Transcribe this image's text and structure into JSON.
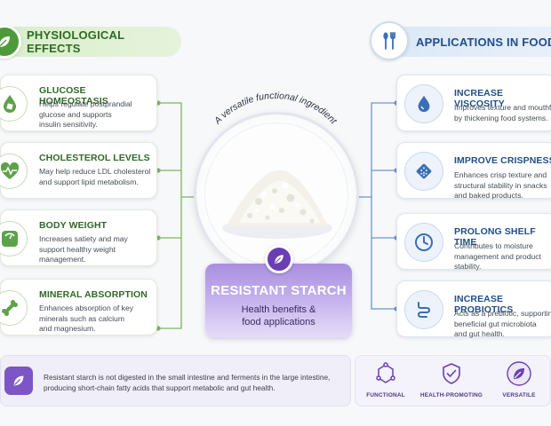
{
  "left_header": {
    "title": "PHYSIOLOGICAL EFFECTS",
    "icon": "leaf-icon"
  },
  "right_header": {
    "title": "APPLICATIONS IN FOOD",
    "icon": "spoon-fork-icon"
  },
  "left_cards": [
    {
      "title": "GLUCOSE HOMEOSTASIS",
      "lines": [
        "Helps regulate postprandial",
        "glucose and supports",
        "insulin sensitivity."
      ],
      "icon": "glucose-drop-icon"
    },
    {
      "title": "CHOLESTEROL LEVELS",
      "lines": [
        "May help reduce LDL cholesterol",
        "and support lipid metabolism."
      ],
      "icon": "heart-pulse-icon"
    },
    {
      "title": "BODY WEIGHT",
      "lines": [
        "Increases satiety and may",
        "support healthy weight",
        "management."
      ],
      "icon": "scale-icon"
    },
    {
      "title": "MINERAL ABSORPTION",
      "lines": [
        "Enhances absorption of key",
        "minerals such as calcium",
        "and magnesium."
      ],
      "icon": "bone-icon"
    }
  ],
  "right_cards": [
    {
      "title": "INCREASE VISCOSITY",
      "lines": [
        "Improves texture and mouthfeel",
        "by thickening food systems."
      ],
      "icon": "water-drop-icon"
    },
    {
      "title": "IMPROVE CRISPNESS",
      "lines": [
        "Enhances crisp texture and",
        "structural stability in snacks",
        "and baked products."
      ],
      "icon": "cracker-icon"
    },
    {
      "title": "PROLONG SHELF TIME",
      "lines": [
        "Contributes to moisture",
        "management and product",
        "stability."
      ],
      "icon": "clock-icon"
    },
    {
      "title": "INCREASE PROBIOTICS",
      "lines": [
        "Acts as a prebiotic, supporting",
        "beneficial gut microbiota",
        "and gut health."
      ],
      "icon": "intestine-icon"
    }
  ],
  "center": {
    "arc_text": "A versatile functional ingredient",
    "title": "RESISTANT STARCH",
    "subtitle_lines": [
      "Health benefits &",
      "food applications"
    ],
    "image": "starch-powder-pile",
    "badge_icon": "leaf-icon"
  },
  "footer": {
    "icon": "leaf-icon",
    "text_lines": [
      "Resistant starch is not digested in the small intestine and ferments in the large intestine,",
      "producing short-chain fatty acids that support metabolic and gut health."
    ],
    "tags": [
      {
        "label": "FUNCTIONAL",
        "icon": "molecule-icon"
      },
      {
        "label": "HEALTH-PROMOTING",
        "icon": "shield-check-icon"
      },
      {
        "label": "VERSATILE",
        "icon": "leaf-badge-icon"
      }
    ]
  },
  "colors": {
    "green": "#4e9a3b",
    "green_dark": "#2f6a25",
    "blue": "#1f4e8a",
    "purple": "#6a3fb3",
    "connector_green": "#7cb65d",
    "connector_blue": "#6c95cf"
  }
}
